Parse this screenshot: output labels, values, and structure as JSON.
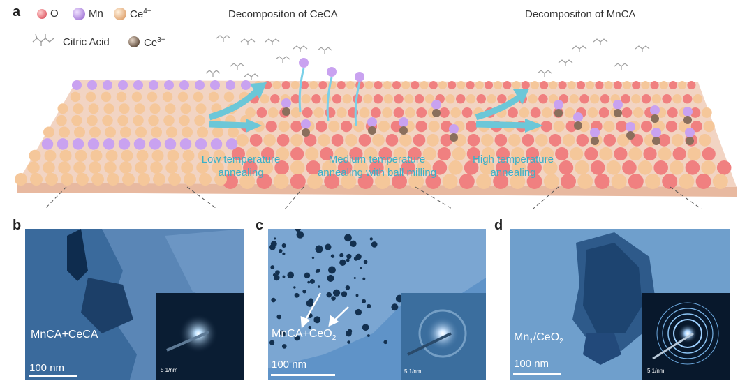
{
  "panel_a": {
    "letter": "a",
    "legend": {
      "o": "O",
      "mn": "Mn",
      "ce4": "Ce",
      "ce4_sup": "4+",
      "citric": "Citric Acid",
      "ce3": "Ce",
      "ce3_sup": "3+"
    },
    "stage_titles": [
      "Decompositon of CeCA",
      "Decompositon of MnCA"
    ],
    "annealing": [
      {
        "line1": "Low temperature",
        "line2": "annealing"
      },
      {
        "line1": "Medium temperature",
        "line2": "annealing with ball milling"
      },
      {
        "line1": "High temperature",
        "line2": "annealing"
      }
    ],
    "colors": {
      "oxygen": "#f08080",
      "mn": "#c9a2f0",
      "ce4": "#f5c79a",
      "ce3": "#8a6f5c",
      "arrow": "#6cc7d8"
    }
  },
  "panel_b": {
    "letter": "b",
    "label": "MnCA+CeCA",
    "scale": "100 nm",
    "saed_scale": "5 1/nm"
  },
  "panel_c": {
    "letter": "c",
    "label_main": "MnCA+CeO",
    "label_sub": "2",
    "scale": "100 nm",
    "saed_scale": "5 1/nm"
  },
  "panel_d": {
    "letter": "d",
    "label_main": "Mn",
    "label_sub1": "1",
    "label_mid": "/CeO",
    "label_sub2": "2",
    "scale": "100 nm",
    "saed_scale": "5 1/nm"
  }
}
